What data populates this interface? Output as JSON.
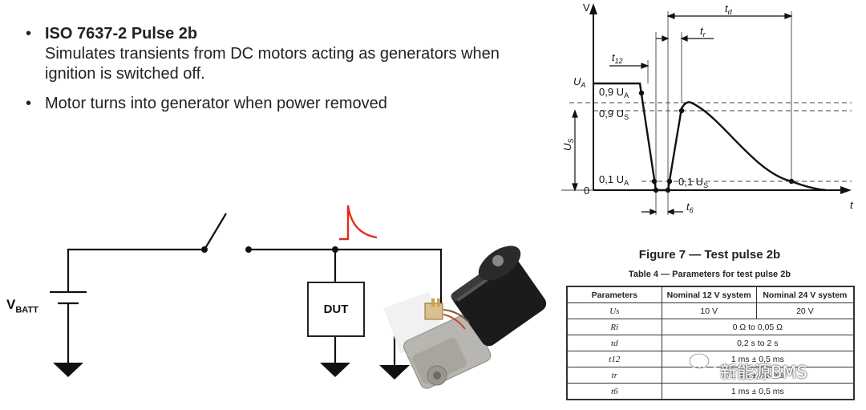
{
  "bullets": [
    {
      "title": "ISO 7637-2 Pulse 2b",
      "text": "Simulates transients from DC motors acting as generators when ignition is switched off."
    },
    {
      "text": "Motor turns into generator when power removed"
    }
  ],
  "circuit": {
    "vbatt_main": "V",
    "vbatt_sub": "BATT",
    "dut_label": "DUT"
  },
  "waveform": {
    "axis_v": "V",
    "axis_t": "t",
    "zero": "0",
    "ua": "U",
    "ua_sub": "A",
    "us_axis": "U",
    "us_axis_sub": "S",
    "p09ua": "0,9 U",
    "p09ua_sub": "A",
    "p09us": "0,9 U",
    "p09us_sub": "S",
    "p01ua": "0,1 U",
    "p01ua_sub": "A",
    "p01us": "0,1 U",
    "p01us_sub": "S",
    "td": "t",
    "td_sub": "d",
    "tr": "t",
    "tr_sub": "r",
    "t12": "t",
    "t12_sub": "12",
    "t6": "t",
    "t6_sub": "6"
  },
  "figure_caption": "Figure 7 — Test pulse 2b",
  "table_caption": "Table 4 — Parameters for test pulse 2b",
  "table": {
    "headers": [
      "Parameters",
      "Nominal 12 V system",
      "Nominal 24 V system"
    ],
    "rows": [
      {
        "param": "Us",
        "v12": "10 V",
        "v24": "20 V"
      },
      {
        "param": "Ri",
        "value": "0 Ω to 0,05 Ω"
      },
      {
        "param": "td",
        "value": "0,2 s to 2 s"
      },
      {
        "param": "t12",
        "value": "1 ms ± 0,5 ms"
      },
      {
        "param": "tr",
        "value": "1 ms ± 0,5 ms"
      },
      {
        "param": "t6",
        "value": "1 ms ± 0,5 ms"
      }
    ]
  },
  "watermark": "新能源BMS",
  "colors": {
    "pulse": "#e32b1c",
    "ink": "#222222"
  }
}
